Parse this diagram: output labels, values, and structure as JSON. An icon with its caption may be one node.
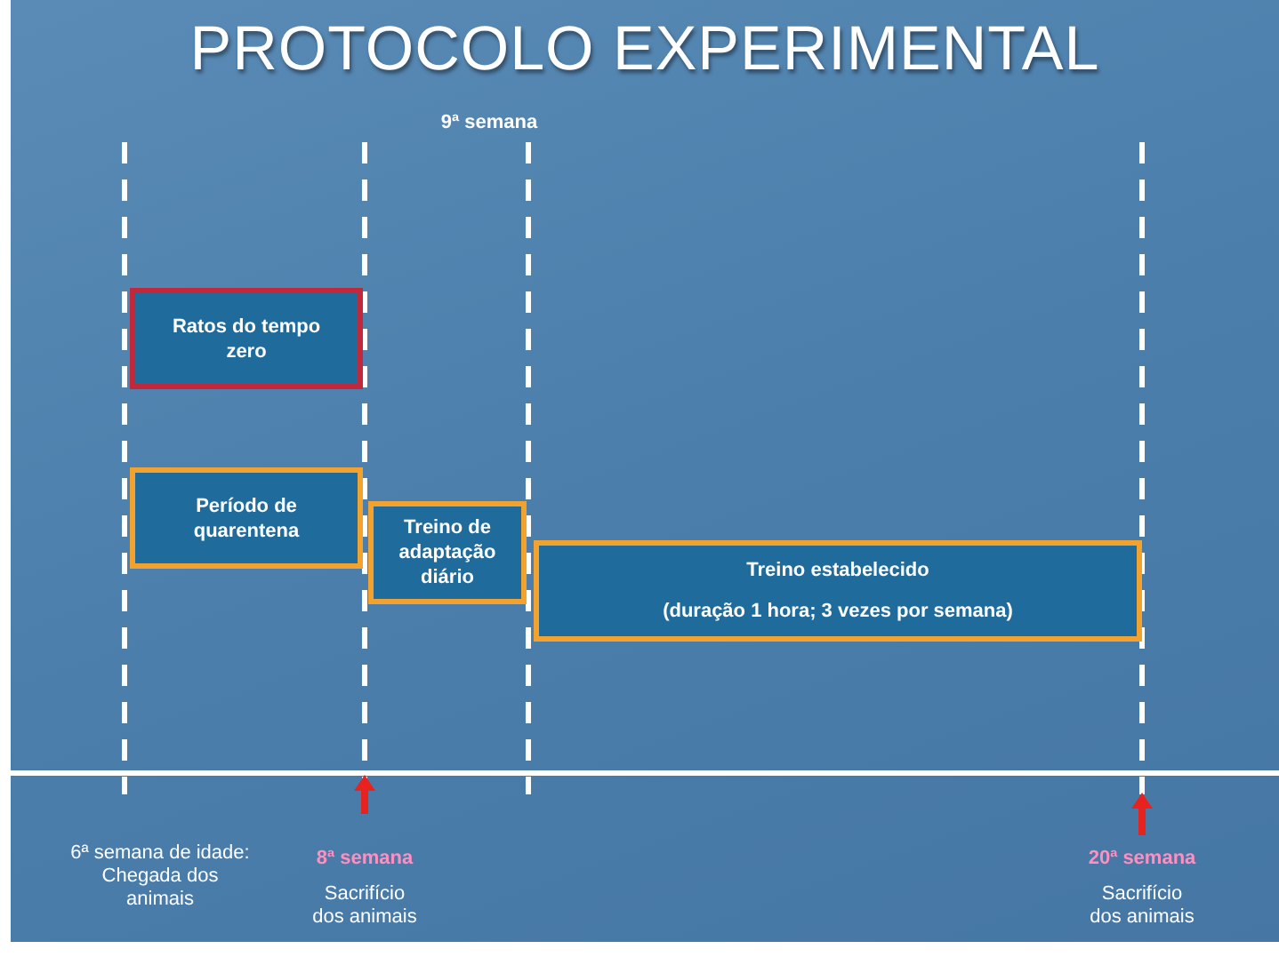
{
  "diagram": {
    "title": "PROTOCOLO EXPERIMENTAL",
    "nodes": [
      {
        "text": [
          "Ratos do tempo zero"
        ]
      },
      {
        "text": [
          "Período de quarentena"
        ]
      },
      {
        "text": [
          "Treino de adaptação diário"
        ]
      },
      {
        "text": [
          "Treino estabelecido",
          "(duração 1 hora; 3 vezes por semana)"
        ]
      }
    ],
    "labels": [
      "9ª semana",
      "6ª semana de idade:",
      "Chegada dos animais",
      "8ª semana",
      "Sacrifício dos animais",
      "20ª semana",
      "Sacrifício dos animais"
    ]
  }
}
